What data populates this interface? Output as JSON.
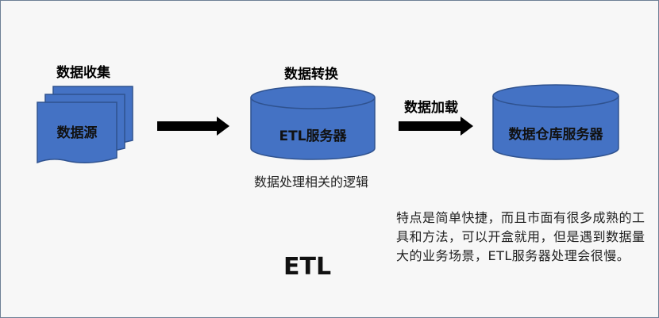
{
  "diagram": {
    "stage1_label": "数据收集",
    "source_text": "数据源",
    "stage2_label": "数据转换",
    "etl_server_text": "ETL服务器",
    "etl_desc": "数据处理相关的逻辑",
    "stage3_label": "数据加载",
    "warehouse_text": "数据仓库服务器",
    "title": "ETL",
    "note": "特点是简单快捷，而且市面有很多成熟的工具和方法，可以开盒就用，但是遇到数据量大的业务场景，ETL服务器处理会很慢。"
  },
  "colors": {
    "shape_fill": "#4472c4",
    "shape_stroke": "#2f528f",
    "arrow": "#000000",
    "background": "#f7f7f7",
    "border": "#6d7f95"
  }
}
